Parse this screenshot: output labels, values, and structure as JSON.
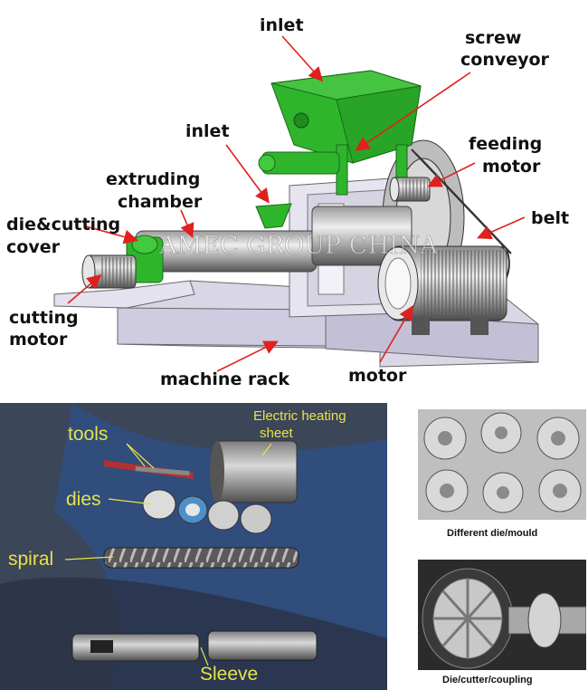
{
  "machine_diagram": {
    "watermark": "AMEC GROUP CHINA",
    "labels": {
      "inlet_top": "inlet",
      "screw_conveyor_1": "screw",
      "screw_conveyor_2": "conveyor",
      "inlet_mid": "inlet",
      "feeding_motor_1": "feeding",
      "feeding_motor_2": "motor",
      "extruding_chamber_1": "extruding",
      "extruding_chamber_2": "chamber",
      "belt": "belt",
      "die_cutting_cover_1": "die&cutting",
      "die_cutting_cover_2": "cover",
      "cutting_motor_1": "cutting",
      "cutting_motor_2": "motor",
      "machine_rack": "machine rack",
      "motor": "motor"
    }
  },
  "parts_photo": {
    "labels": {
      "tools": "tools",
      "electric_heating_1": "Electric heating",
      "electric_heating_2": "sheet",
      "dies": "dies",
      "spiral": "spiral",
      "sleeve": "Sleeve"
    }
  },
  "die_photo": {
    "caption": "Different die/mould"
  },
  "cutter_photo": {
    "caption": "Die/cutter/coupling"
  },
  "colors": {
    "green": "#2fb52c",
    "arrow": "#e0201e",
    "label_yellow": "#e8e24a",
    "rack": "#d2cfe0"
  }
}
